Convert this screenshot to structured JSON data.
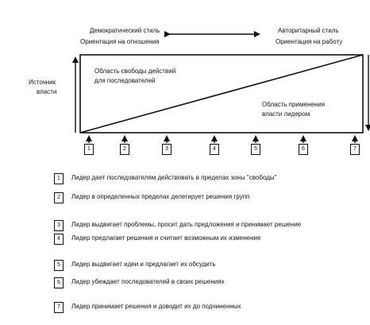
{
  "header": {
    "left_title": "Демократический стиль",
    "left_sub": "Ориентация на отношения",
    "right_title": "Авторитарный стиль",
    "right_sub": "Ориентация на работу"
  },
  "side_label": [
    "Источник",
    "власти"
  ],
  "regions": {
    "followers": [
      "Область свободы действий",
      "для последователей"
    ],
    "leader": [
      "Область применения",
      "власти лидером"
    ]
  },
  "scale": [
    "1",
    "2",
    "3",
    "4",
    "5",
    "6",
    "7"
  ],
  "legend": [
    {
      "num": "1",
      "text": "Лидер дает последователям действовать в пределах зоны \"свободы\""
    },
    {
      "num": "2",
      "text": "Лидер в определенных пределах делегирует решения групп"
    },
    {
      "num": "3",
      "text": "Лидер выдвигает проблемы, просит дать предложения и принимает решение"
    },
    {
      "num": "4",
      "text": "Лидер предлагает решения и считает возможным их изменение"
    },
    {
      "num": "5",
      "text": "Лидер выдвигает идеи и предлагает их обсудить"
    },
    {
      "num": "6",
      "text": "Лидер убеждает последователей в своих решениях"
    },
    {
      "num": "7",
      "text": "Лидер принимает решения и доводит их до подчиненных"
    }
  ],
  "colors": {
    "ink": "#111111",
    "background": "#ffffff"
  }
}
